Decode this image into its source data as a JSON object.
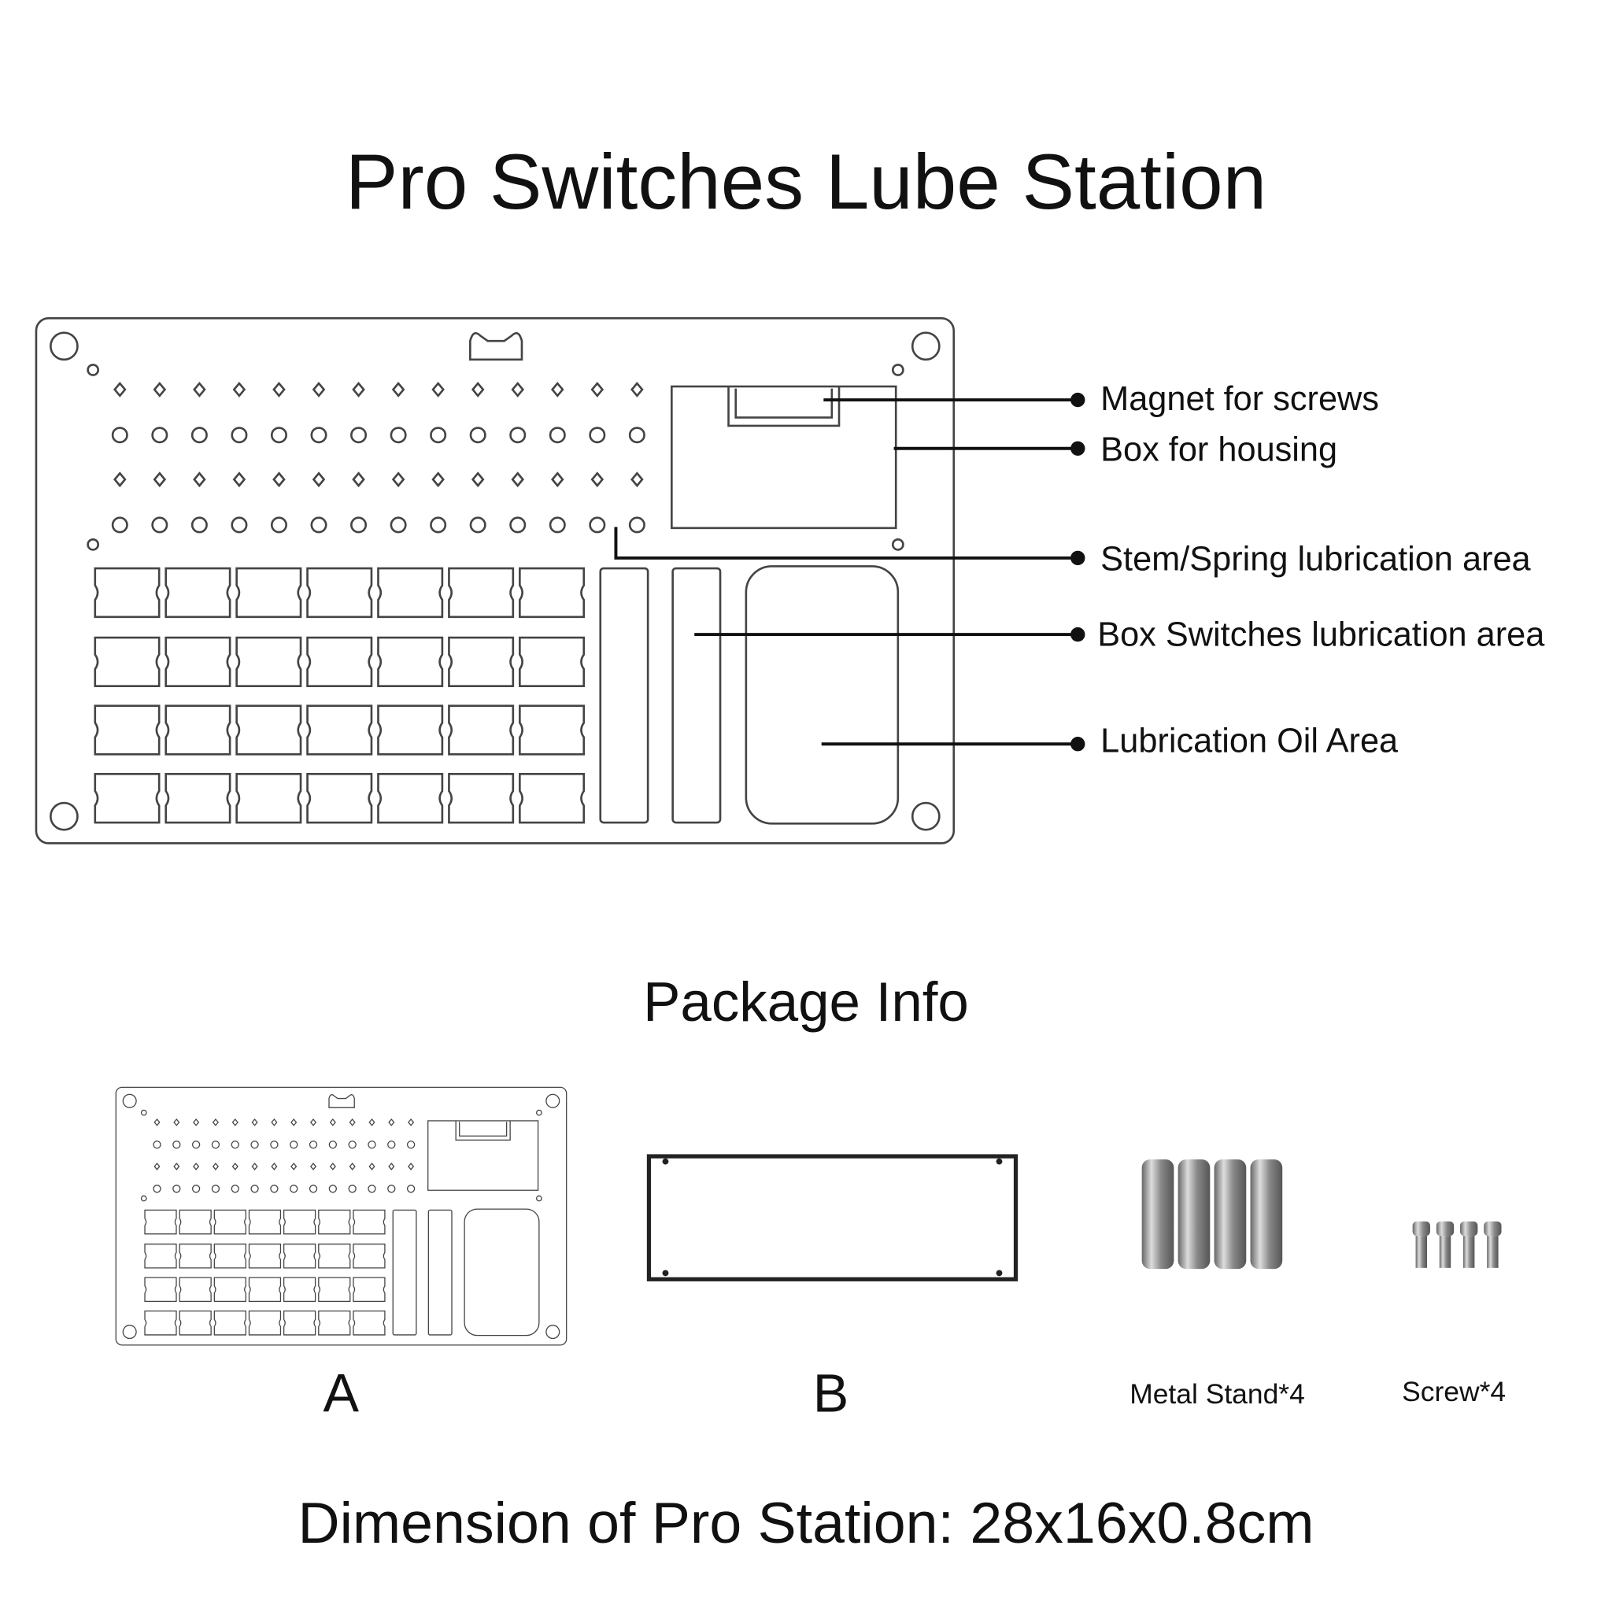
{
  "title": "Pro Switches Lube Station",
  "callouts": [
    {
      "label": "Magnet for screws"
    },
    {
      "label": "Box for housing"
    },
    {
      "label": "Stem/Spring lubrication area"
    },
    {
      "label": "Box Switches lubrication area"
    },
    {
      "label": "Lubrication Oil Area"
    }
  ],
  "package": {
    "heading": "Package Info",
    "items": [
      {
        "label": "A"
      },
      {
        "label": "B"
      },
      {
        "label": "Metal Stand*4"
      },
      {
        "label": "Screw*4"
      }
    ]
  },
  "dimension": "Dimension of Pro Station: 28x16x0.8cm",
  "colors": {
    "line": "#444444",
    "ink": "#111111"
  }
}
